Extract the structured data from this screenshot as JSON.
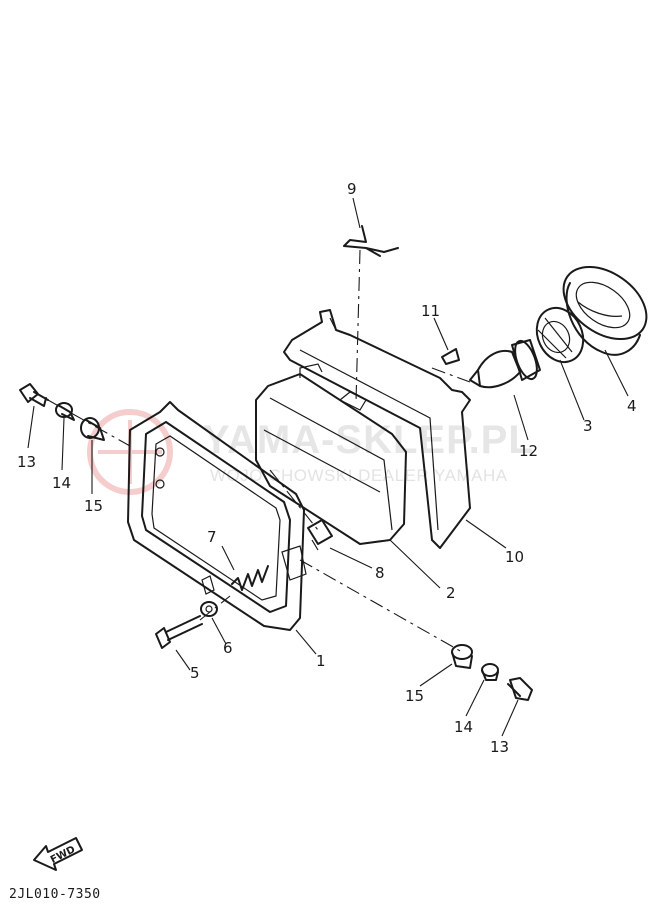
{
  "diagram": {
    "drawing_code": "2JL010-7350",
    "forward_label": "FWD",
    "watermark": {
      "title": "YAMA-SKLEP.PL",
      "subtitle": "WOJO  CHOWSKI DEALER YAMAHA"
    },
    "callouts": {
      "c1": "1",
      "c2": "2",
      "c3": "3",
      "c4": "4",
      "c5": "5",
      "c6": "6",
      "c7": "7",
      "c8": "8",
      "c9": "9",
      "c10": "10",
      "c11": "11",
      "c12": "12",
      "c13a": "13",
      "c14a": "14",
      "c15a": "15",
      "c13b": "13",
      "c14b": "14",
      "c15b": "15"
    },
    "colors": {
      "line": "#1a1a1a",
      "watermark": "#e05050"
    }
  }
}
